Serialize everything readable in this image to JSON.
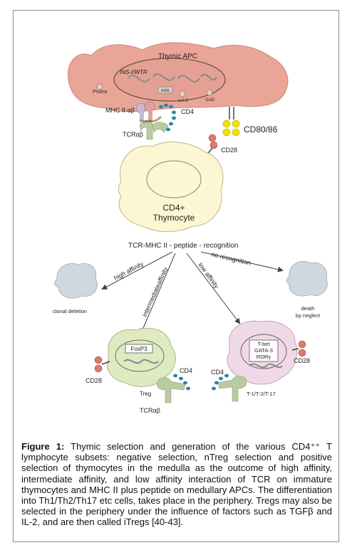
{
  "diagram": {
    "apc_label": "Thymic APC",
    "gene_label": "INS-I/WTR",
    "proins_label": "ProIns",
    "aire_label": "AIRE",
    "la2_label": "LA-2",
    "gad_label": "GAD",
    "mhc_label": "MHC II αβ",
    "peptide_label": "Peptide",
    "cd4_top_label": "CD4",
    "tcr_top_label": "TCRαβ",
    "cd80_label": "CD80/86",
    "cd28_top_label": "CD28",
    "thymocyte_label_line1": "CD4+",
    "thymocyte_label_line2": "Thymocyte",
    "recognition_label": "TCR-MHC II - peptide - recognition",
    "high_affinity_label": "high affinity",
    "intermediate_affinity_label": "intermediateaffinity",
    "low_affinity_label": "low affinity",
    "no_recognition_label": "no recognition",
    "clonal_deletion_label": "clonal deletion",
    "death_label_line1": "death",
    "death_label_line2": "by neglect",
    "foxp3_label": "FoxP3",
    "cd28_treg_label": "CD28",
    "cd4_treg_label": "CD4",
    "treg_label": "Treg",
    "tcr_treg_label": "TCRαβ",
    "tbet_label": "T-bet",
    "gata3_label": "GATA-3",
    "rorgt_label": "RORγ",
    "cd28_th_label": "CD28",
    "cd4_th_label": "CD4",
    "th_subsets_label": "T-1/T-2/T-17"
  },
  "caption": {
    "lead": "Figure 1:",
    "text": " Thymic selection and generation of the various CD4⁺⁺ T lymphocyte subsets: negative selection, nTreg selection and positive selection of thymocytes in the medulla as the outcome of high affinity, intermediate affinity, and low affinity interaction of TCR on immature thymocytes and MHC II plus peptide on medullary APCs. The differentiation into Th1/Th2/Th17 etc cells, takes place in the periphery. Tregs may also be selected in the periphery under the influence of factors such as TGFβ and IL-2, and are then called iTregs [40-43]."
  },
  "colors": {
    "apc": "#e9a596",
    "thymocyte": "#fdf6d2",
    "treg_cell": "#dfe9c2",
    "th_cell": "#f0d9e6",
    "dead_cell": "#cfd7df",
    "cd80": "#f3e10d",
    "cd28": "#d97a6e",
    "cd4_dots": "#2b86a6",
    "tcr": "#b9cca0"
  }
}
